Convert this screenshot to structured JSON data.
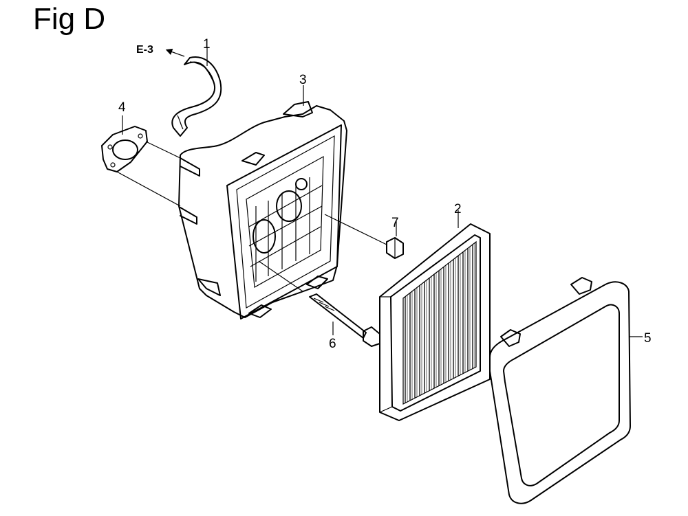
{
  "figure": {
    "title": "Fig D",
    "reference": "E-3"
  },
  "callouts": [
    {
      "id": "1",
      "label": "1"
    },
    {
      "id": "2",
      "label": "2"
    },
    {
      "id": "3",
      "label": "3"
    },
    {
      "id": "4",
      "label": "4"
    },
    {
      "id": "5",
      "label": "5"
    },
    {
      "id": "6",
      "label": "6"
    },
    {
      "id": "7",
      "label": "7"
    }
  ]
}
